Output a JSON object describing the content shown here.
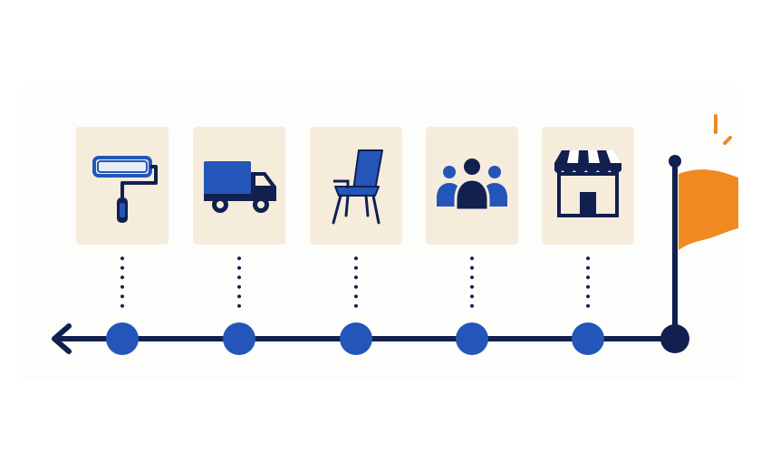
{
  "colors": {
    "navy": "#12204f",
    "blue": "#2356b8",
    "card": "#f6ecdc",
    "orange": "#ef8a22"
  },
  "timeline": {
    "direction": "leftward arrow",
    "steps": [
      {
        "id": "paint",
        "icon": "paint-roller-icon"
      },
      {
        "id": "moving",
        "icon": "moving-truck-icon"
      },
      {
        "id": "furnishing",
        "icon": "chair-icon"
      },
      {
        "id": "staff",
        "icon": "team-icon"
      },
      {
        "id": "storefront",
        "icon": "storefront-icon"
      }
    ],
    "finish": {
      "icon": "goal-flag-icon"
    }
  }
}
